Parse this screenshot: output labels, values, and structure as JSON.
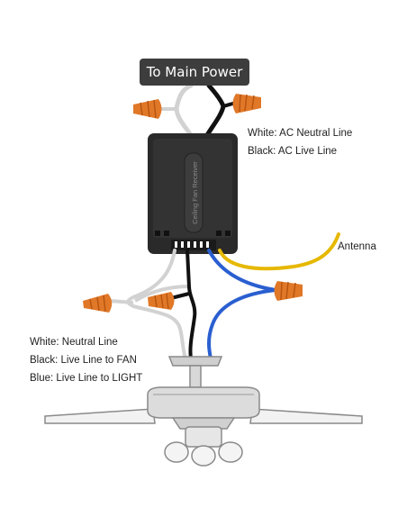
{
  "title": "To Main Power",
  "labels": {
    "ac_neutral": "White: AC Neutral Line",
    "ac_live": "Black: AC Live Line",
    "antenna": "Antenna",
    "neutral": "White: Neutral Line",
    "fan": "Black: Live Line to FAN",
    "light": "Blue: Live Line to LIGHT"
  },
  "module_text": "Ceiling Fan Receiver",
  "colors": {
    "white_wire": "#d2d2d2",
    "black_wire": "#111111",
    "blue_wire": "#2a5fd0",
    "antenna_wire": "#e6b800",
    "wire_nut": "#e07828",
    "module": "#2a2a2a",
    "fan_body": "#dcdcdc"
  }
}
